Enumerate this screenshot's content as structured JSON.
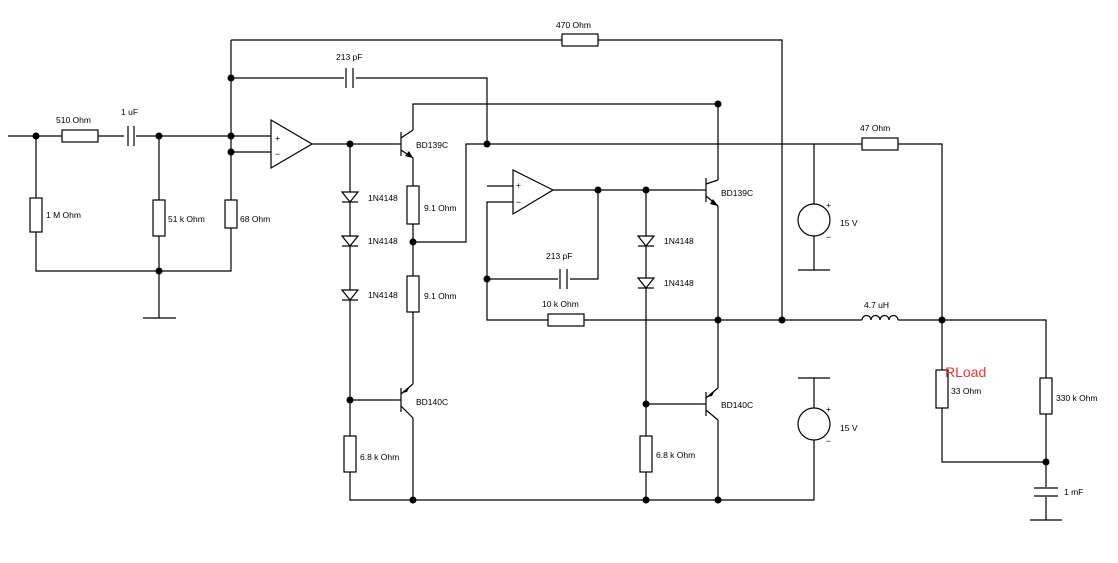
{
  "colors": {
    "wire": "#000000",
    "background": "#ffffff",
    "highlight": "#e53935"
  },
  "components": {
    "r_input": "510  Ohm",
    "c_input": "1 uF",
    "r_1m": "1 M Ohm",
    "r_51k": "51 k Ohm",
    "r_68": "68  Ohm",
    "r_feedback_top": "470  Ohm",
    "c_213_top": "213 pF",
    "q_bd139_1": "BD139C",
    "d1": "1N4148",
    "d2": "1N4148",
    "d3": "1N4148",
    "r_91_a": "9.1  Ohm",
    "r_91_b": "9.1  Ohm",
    "q_bd140_1": "BD140C",
    "r_68k_a": "6.8 k Ohm",
    "c_213_mid": "213 pF",
    "r_10k": "10 k Ohm",
    "d4": "1N4148",
    "d5": "1N4148",
    "q_bd139_2": "BD139C",
    "q_bd140_2": "BD140C",
    "r_68k_b": "6.8 k Ohm",
    "v_top": "15  V",
    "v_bottom": "15  V",
    "r_47": "47  Ohm",
    "l_47": "4.7 uH",
    "r_load_title": "RLoad",
    "r_load": "33  Ohm",
    "r_330k": "330 k Ohm",
    "c_1mf": "1 mF",
    "plus": "+",
    "minus": "−"
  }
}
